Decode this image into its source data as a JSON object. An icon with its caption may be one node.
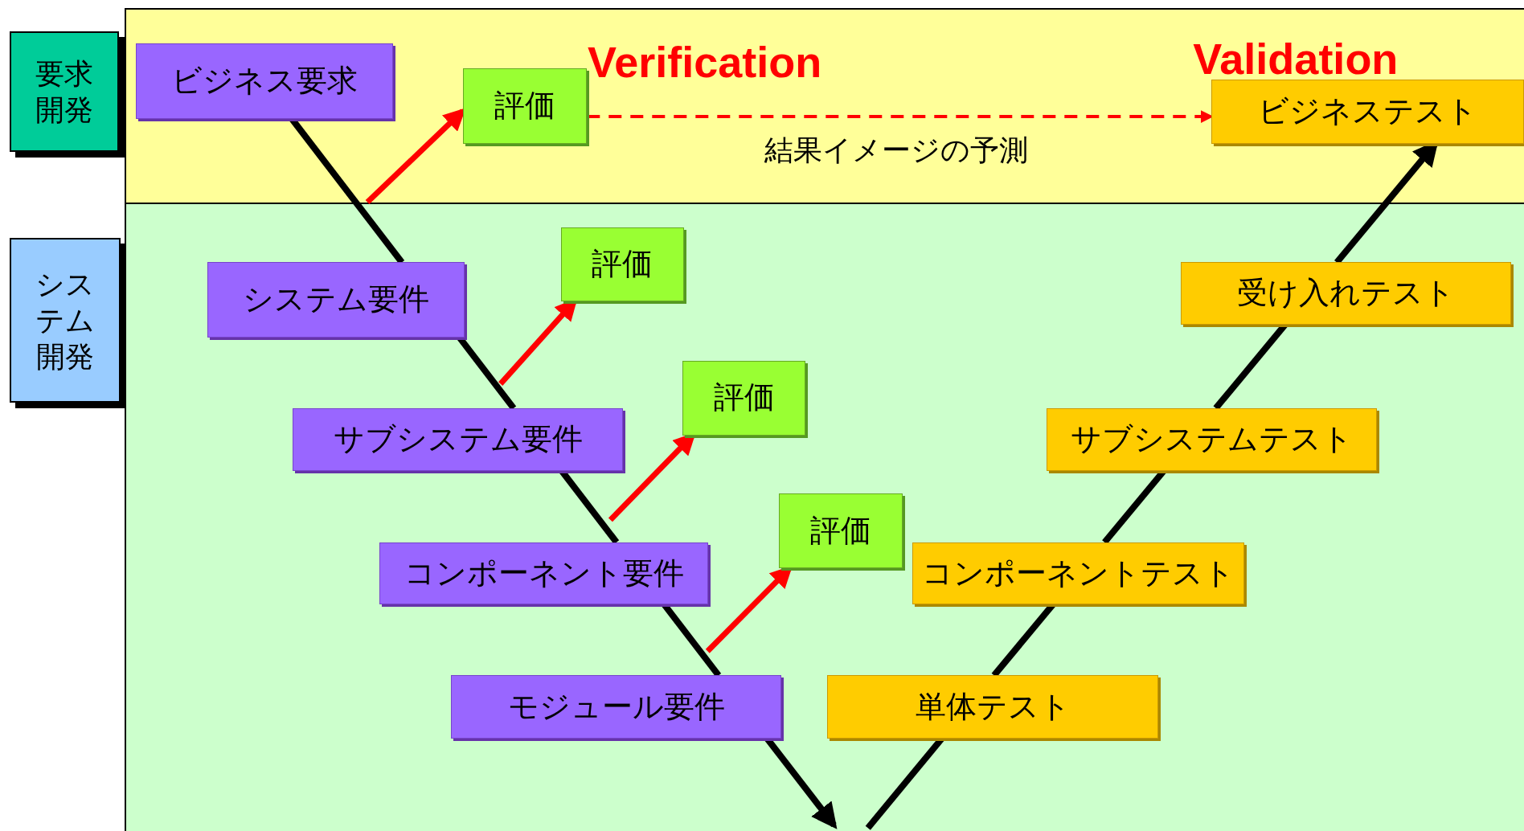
{
  "diagram": {
    "nodes": [
      {
        "text": [
          "要求開発"
        ]
      },
      {
        "text": [
          "ビジネス要求"
        ]
      },
      {
        "text": [
          "評価"
        ]
      },
      {
        "text": [
          "ビジネステスト"
        ]
      },
      {
        "text": [
          "システム開発"
        ]
      },
      {
        "text": [
          "システム要件"
        ]
      },
      {
        "text": [
          "評価"
        ]
      },
      {
        "text": [
          "受け入れテスト"
        ]
      },
      {
        "text": [
          "サブシステム要件"
        ]
      },
      {
        "text": [
          "評価"
        ]
      },
      {
        "text": [
          "サブシステムテスト"
        ]
      },
      {
        "text": [
          "コンポーネント要件"
        ]
      },
      {
        "text": [
          "評価"
        ]
      },
      {
        "text": [
          "コンポーネントテスト"
        ]
      },
      {
        "text": [
          "モジュール要件"
        ]
      },
      {
        "text": [
          "単体テスト"
        ]
      }
    ],
    "edges": [
      {
        "from": 1,
        "to": 5,
        "arrow": "none"
      },
      {
        "from": 5,
        "to": 8,
        "arrow": "none"
      },
      {
        "from": 8,
        "to": 11,
        "arrow": "none"
      },
      {
        "from": 11,
        "to": 14,
        "arrow": "none"
      },
      {
        "from": 14,
        "to": null,
        "arrow": "to"
      },
      {
        "from": null,
        "to": 15,
        "arrow": "none"
      },
      {
        "from": 15,
        "to": 13,
        "arrow": "none"
      },
      {
        "from": 13,
        "to": 10,
        "arrow": "none"
      },
      {
        "from": 10,
        "to": 7,
        "arrow": "none"
      },
      {
        "from": 7,
        "to": 3,
        "arrow": "to"
      },
      {
        "from": null,
        "to": 2,
        "arrow": "to",
        "color": "#ff0000"
      },
      {
        "from": null,
        "to": 6,
        "arrow": "to",
        "color": "#ff0000"
      },
      {
        "from": null,
        "to": 9,
        "arrow": "to",
        "color": "#ff0000"
      },
      {
        "from": null,
        "to": 12,
        "arrow": "to",
        "color": "#ff0000"
      },
      {
        "from": 2,
        "to": 3,
        "arrow": "to",
        "style": "dashed",
        "color": "#ff0000",
        "label": "結果イメージの予測"
      }
    ],
    "labels": [
      "Verification",
      "Validation"
    ]
  }
}
